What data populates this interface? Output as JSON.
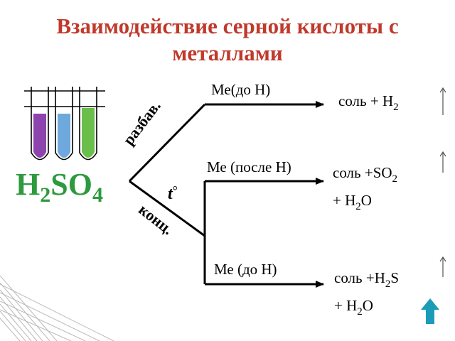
{
  "title_line1": "Взаимодействие серной кислоты с",
  "title_line2": "металлами",
  "formula": {
    "h": "H",
    "two": "2",
    "so": "SO",
    "four": "4"
  },
  "condition_dilute": "разбав.",
  "condition_conc": "конц.",
  "heat": "t",
  "degree": "°",
  "branches": [
    {
      "metal": "Ме(до Н)",
      "prod_a": "соль + Н",
      "prod_a_sub": "2"
    },
    {
      "metal": "Ме (после Н)",
      "prod_a": "соль +SO",
      "prod_a_sub": "2",
      "prod_b": "+ Н",
      "prod_b_sub": "2",
      "prod_b_tail": "O"
    },
    {
      "metal": "Ме  (до Н)",
      "prod_a": "соль +Н",
      "prod_a_sub": "2",
      "prod_a_tail": "S",
      "prod_b": "+ Н",
      "prod_b_sub": "2",
      "prod_b_tail": "O"
    }
  ],
  "colors": {
    "title": "#c0392b",
    "formula": "#2e9a3e",
    "nav_arrow": "#1a9bb8",
    "tube1": "#8e44ad",
    "tube2": "#6fa8dc",
    "tube3": "#6abf4b"
  }
}
